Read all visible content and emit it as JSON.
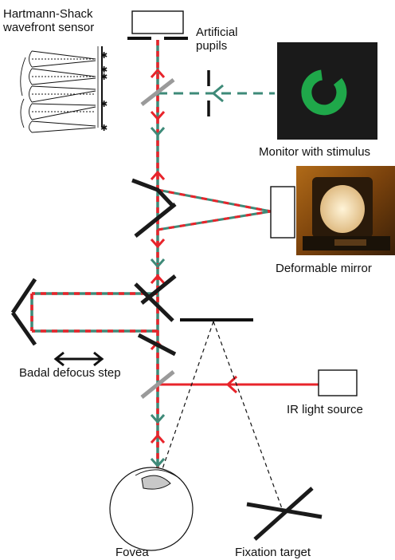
{
  "labels": {
    "wavefront_sensor": [
      "Hartmann-Shack",
      "wavefront sensor"
    ],
    "artificial_pupils": [
      "Artificial",
      "pupils"
    ],
    "monitor": "Monitor with stimulus",
    "deformable_mirror": "Deformable mirror",
    "badal": "Badal defocus step",
    "ir_source": "IR light source",
    "fovea": "Fovea",
    "fixation": "Fixation target"
  },
  "colors": {
    "beam_red": "#e8242b",
    "beam_green": "#3e8a78",
    "stimulus_green": "#1fa84a",
    "mirror": "#1a1a1a",
    "beamsplitter": "#9a9a9a"
  },
  "icons": {
    "stimulus": "green-ring-stimulus-icon",
    "mirror_photo": "deformable-mirror-photo"
  }
}
